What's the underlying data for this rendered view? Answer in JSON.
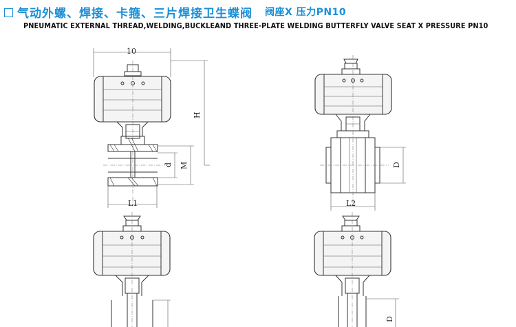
{
  "header": {
    "title_cn": "气动外螺、焊接、卡箍、三片焊接卫生蝶阀",
    "title_spec": "阀座X  压力PN10",
    "subtitle_en": "PNEUMATIC EXTERNAL THREAD,WELDING,BUCKLEAND  THREE-PLATE WELDING BUTTERFLY VALVE SEAT X PRESSURE PN10"
  },
  "drawing": {
    "dim_top_width": "10",
    "dim_height": "H",
    "dim_d": "d",
    "dim_m": "M",
    "dim_l1": "L1",
    "dim_l2": "L2",
    "dim_D": "D",
    "dim_D_bottom": "D"
  }
}
